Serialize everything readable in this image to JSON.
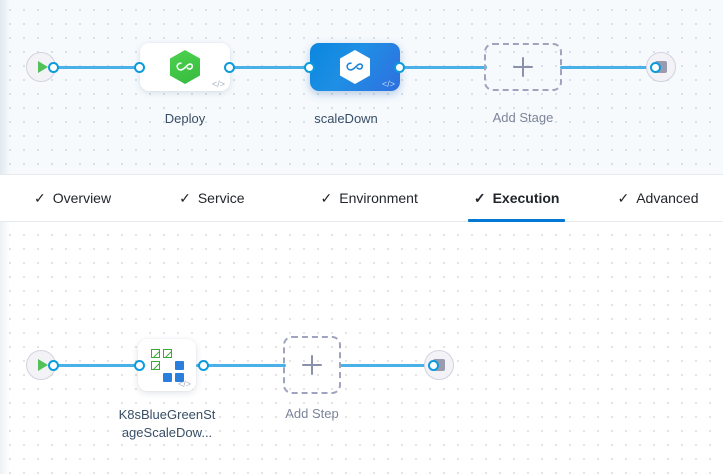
{
  "stage_canvas": {
    "start_node": {
      "name": "pipeline-start",
      "icon": "play-icon"
    },
    "end_node": {
      "name": "pipeline-end",
      "icon": "stop-icon"
    },
    "nodes": [
      {
        "label": "Deploy",
        "type": "stage",
        "state": "normal",
        "icon": "harness-hexagon-green-icon",
        "badge": "</>"
      },
      {
        "label": "scaleDown",
        "type": "stage",
        "state": "selected",
        "icon": "harness-hexagon-white-icon",
        "badge": "</>"
      }
    ],
    "add_stage": {
      "label": "Add Stage",
      "icon": "plus-icon"
    }
  },
  "tabs": {
    "check_glyph": "✓",
    "items": [
      {
        "label": "Overview",
        "active": false
      },
      {
        "label": "Service",
        "active": false
      },
      {
        "label": "Environment",
        "active": false
      },
      {
        "label": "Execution",
        "active": true
      },
      {
        "label": "Advanced",
        "active": false
      }
    ],
    "active_underline_color": "#0278d5"
  },
  "step_canvas": {
    "start_node": {
      "name": "execution-start",
      "icon": "play-icon"
    },
    "end_node": {
      "name": "execution-end",
      "icon": "stop-icon"
    },
    "step": {
      "label_line1": "K8sBlueGreenSt",
      "label_line2": "ageScaleDow...",
      "icon": "k8s-bluegreen-scaledown-icon",
      "badge": "</>"
    },
    "add_step": {
      "label": "Add Step",
      "icon": "plus-icon"
    }
  },
  "colors": {
    "connector": "#49b0e8",
    "port_ring": "#0b9bdd",
    "accent_blue": "#0278d5",
    "stage_selected_start": "#0a86df",
    "stage_selected_end": "#2f6fe0",
    "hex_green": "#3fc745",
    "label_text": "#384e66",
    "muted_text": "#7d8499",
    "dashed_border": "#9fa3bd",
    "stage_canvas_bg": "#f6fafd",
    "step_canvas_bg": "#ffffff"
  }
}
